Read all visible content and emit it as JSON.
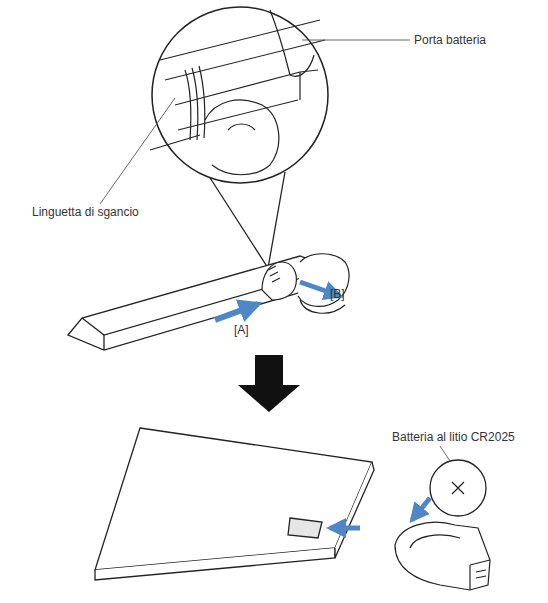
{
  "diagram": {
    "labels": [
      "Porta batteria",
      "Linguetta di sgancio",
      "[A]",
      "[B]",
      "Batteria al litio CR2025"
    ]
  }
}
